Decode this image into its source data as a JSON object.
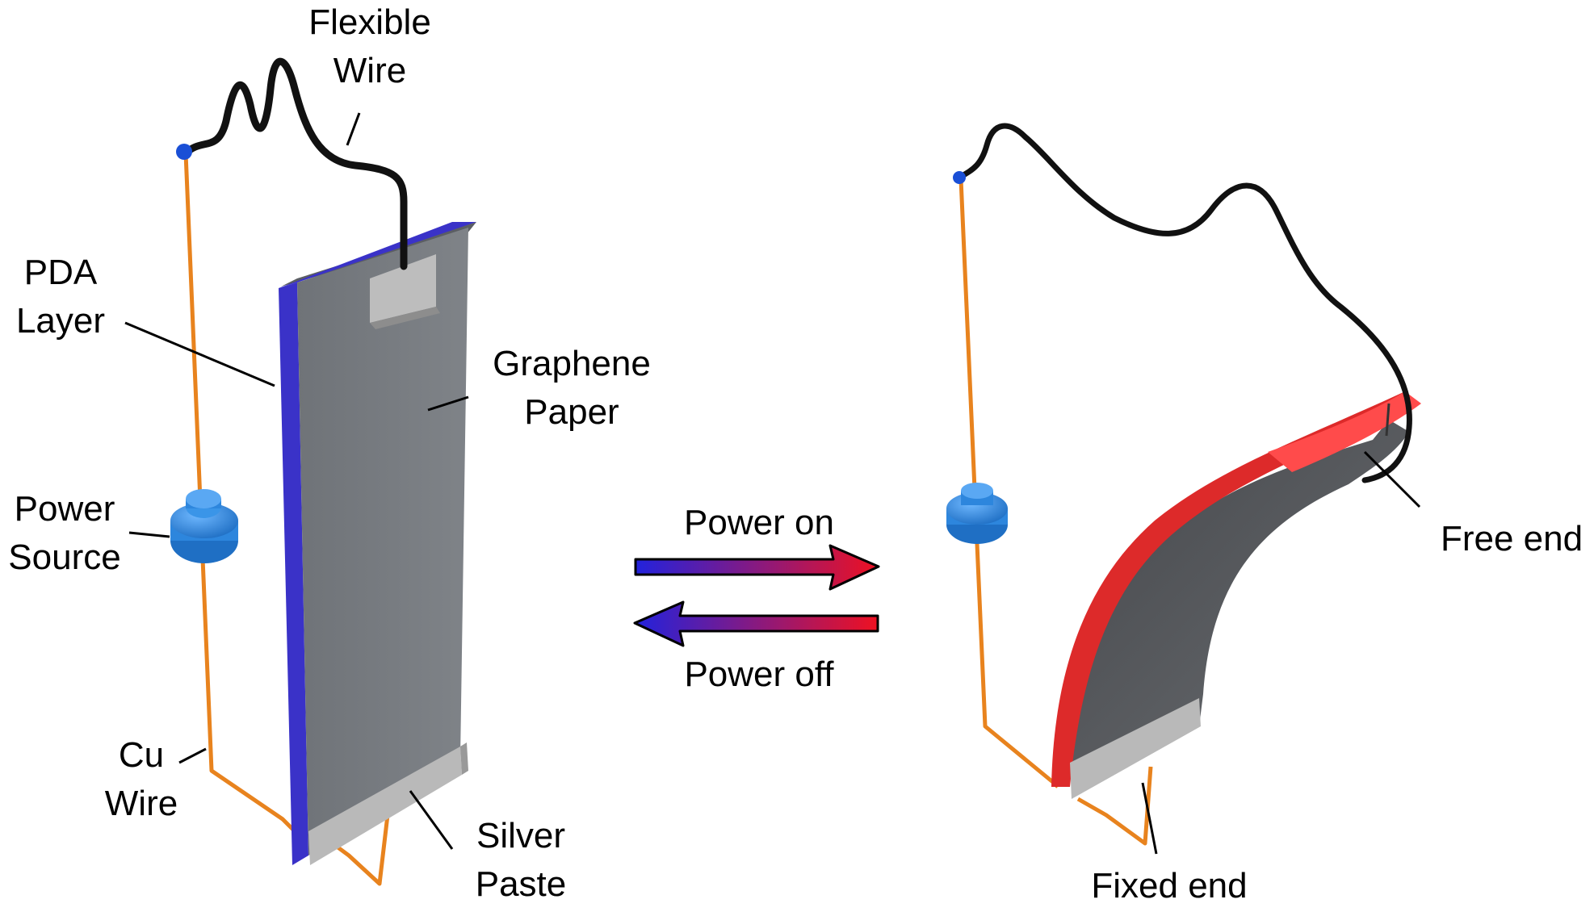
{
  "labels": {
    "flexible_wire": [
      "Flexible",
      "Wire"
    ],
    "pda_layer": [
      "PDA",
      "Layer"
    ],
    "graphene_paper": [
      "Graphene",
      "Paper"
    ],
    "power_source": [
      "Power",
      "Source"
    ],
    "cu_wire": [
      "Cu",
      "Wire"
    ],
    "silver_paste": [
      "Silver",
      "Paste"
    ],
    "power_on": "Power on",
    "power_off": "Power off",
    "free_end": "Free end",
    "fixed_end": "Fixed end"
  },
  "colors": {
    "pda_layer": "#3a32c8",
    "pda_layer_heated": "#dd2a2a",
    "graphene": "#7b7f84",
    "graphene_dark": "#4f5155",
    "silver_paste": "#b9b9b9",
    "cu_wire": "#e8831e",
    "flexible_wire": "#111111",
    "power_source": "#2d86dd",
    "terminal": "#1a4fd6",
    "arrow_cold": "#2222dd",
    "arrow_hot": "#ee1122"
  }
}
